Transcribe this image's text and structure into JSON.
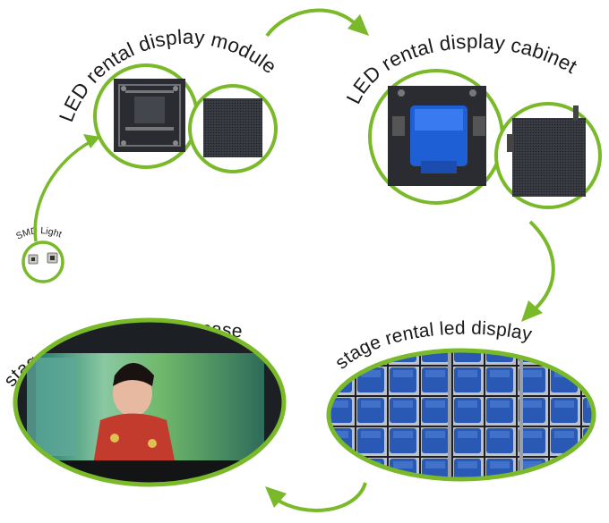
{
  "labels": {
    "smd": "SMD Light",
    "module": "LED rental display  module",
    "cabinet": "LED rental display  cabinet",
    "stage_display": "stage rental led  display",
    "stage_case": "stage rental led  display case"
  },
  "colors": {
    "accent_green": "#7ab929",
    "panel_dark": "#2b2d33",
    "cabinet_blue": "#1f5fd6",
    "background": "#ffffff"
  },
  "icons": {
    "flow_arrow": "curved-arrow-icon"
  }
}
